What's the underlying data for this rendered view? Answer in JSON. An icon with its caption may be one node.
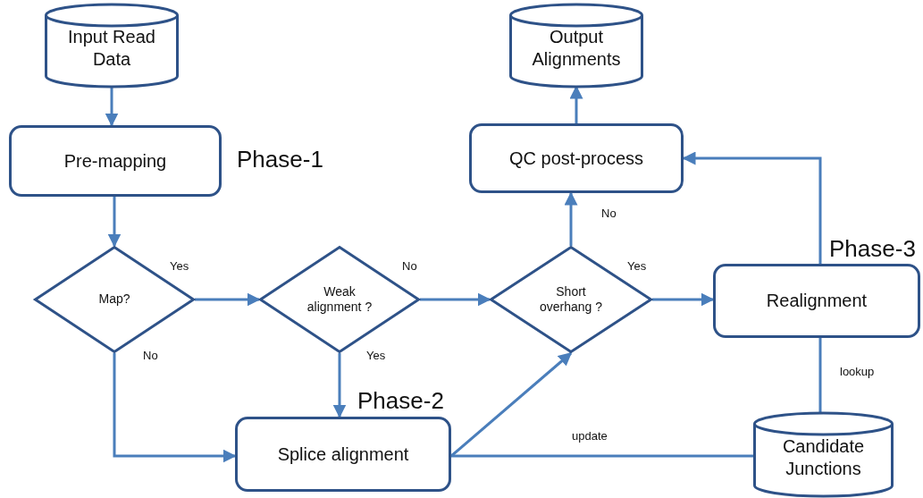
{
  "diagram": {
    "nodes": [
      {
        "text": [
          "Input Read Data"
        ]
      },
      {
        "text": [
          "Pre-mapping"
        ]
      },
      {
        "text": [
          "Map?"
        ]
      },
      {
        "text": [
          "Weak alignment ?"
        ]
      },
      {
        "text": [
          "Short overhang ?"
        ]
      },
      {
        "text": [
          "QC post-process"
        ]
      },
      {
        "text": [
          "Output Alignments"
        ]
      },
      {
        "text": [
          "Realignment"
        ]
      },
      {
        "text": [
          "Splice alignment"
        ]
      },
      {
        "text": [
          "Candidate Junctions"
        ]
      }
    ],
    "edges": [
      {
        "from": 0,
        "to": 1,
        "arrow": "to"
      },
      {
        "from": 1,
        "to": 2,
        "arrow": "to"
      },
      {
        "from": 2,
        "to": 3,
        "arrow": "to",
        "label": "Yes"
      },
      {
        "from": 2,
        "to": 8,
        "arrow": "to",
        "label": "No"
      },
      {
        "from": 3,
        "to": 4,
        "arrow": "to",
        "label": "No"
      },
      {
        "from": 3,
        "to": 8,
        "arrow": "to",
        "label": "Yes"
      },
      {
        "from": 4,
        "to": 5,
        "arrow": "to",
        "label": "No"
      },
      {
        "from": 4,
        "to": 7,
        "arrow": "to",
        "label": "Yes"
      },
      {
        "from": 7,
        "to": 5,
        "arrow": "to"
      },
      {
        "from": 8,
        "to": 4,
        "arrow": "to"
      },
      {
        "from": 8,
        "to": 9,
        "arrow": "none",
        "label": "update"
      },
      {
        "from": 9,
        "to": 7,
        "arrow": "none",
        "label": "lookup"
      },
      {
        "from": 5,
        "to": 6,
        "arrow": "to"
      }
    ],
    "labels": [
      "Phase-1",
      "Phase-2",
      "Phase-3"
    ]
  }
}
